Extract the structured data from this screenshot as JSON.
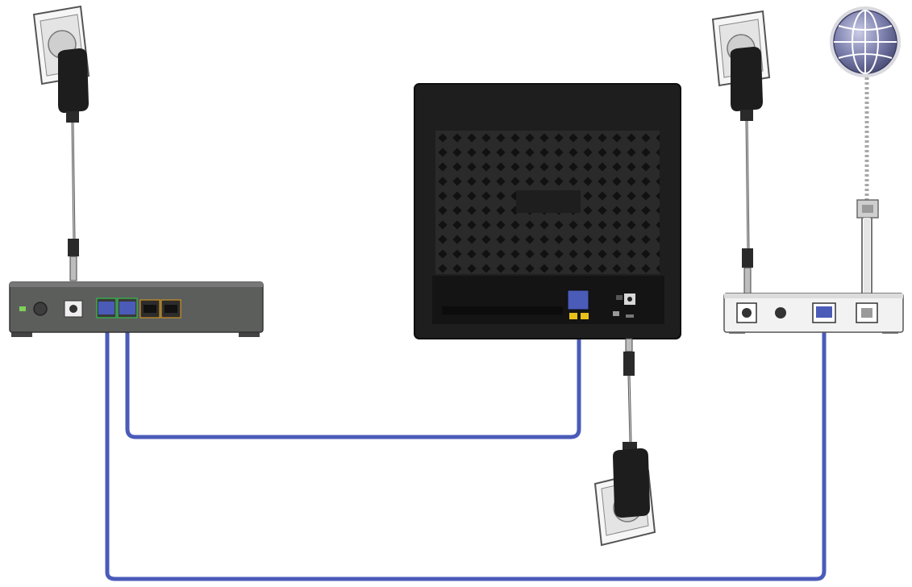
{
  "diagram": {
    "components": [
      {
        "id": "switch",
        "icon": "network-switch-icon",
        "label": ""
      },
      {
        "id": "router",
        "icon": "router-icon",
        "label": ""
      },
      {
        "id": "modem",
        "icon": "modem-icon",
        "label": ""
      },
      {
        "id": "internet",
        "icon": "globe-icon",
        "label": ""
      },
      {
        "id": "outlet-switch",
        "icon": "wall-outlet-icon",
        "label": ""
      },
      {
        "id": "outlet-modem",
        "icon": "wall-outlet-icon",
        "label": ""
      },
      {
        "id": "outlet-router",
        "icon": "wall-outlet-icon",
        "label": ""
      }
    ],
    "connections": [
      {
        "from": "switch",
        "to": "router",
        "type": "ethernet",
        "color": "#4a5bb8"
      },
      {
        "from": "switch",
        "to": "modem",
        "type": "ethernet",
        "color": "#4a5bb8"
      },
      {
        "from": "internet",
        "to": "modem",
        "type": "internet-line",
        "color": "#b0b0b0"
      },
      {
        "from": "outlet-switch",
        "to": "switch",
        "type": "power",
        "color": "#444444"
      },
      {
        "from": "outlet-modem",
        "to": "modem",
        "type": "power",
        "color": "#444444"
      },
      {
        "from": "outlet-router",
        "to": "router",
        "type": "power",
        "color": "#444444"
      }
    ],
    "colors": {
      "cable": "#4a5bb8",
      "router_body": "#1e1e1e",
      "switch_body": "#5c5e5c",
      "modem_body": "#f2f2f2",
      "port_accent_green": "#3aa84a",
      "port_accent_yellow": "#e8c21a",
      "globe": "#6c6f9a"
    }
  }
}
